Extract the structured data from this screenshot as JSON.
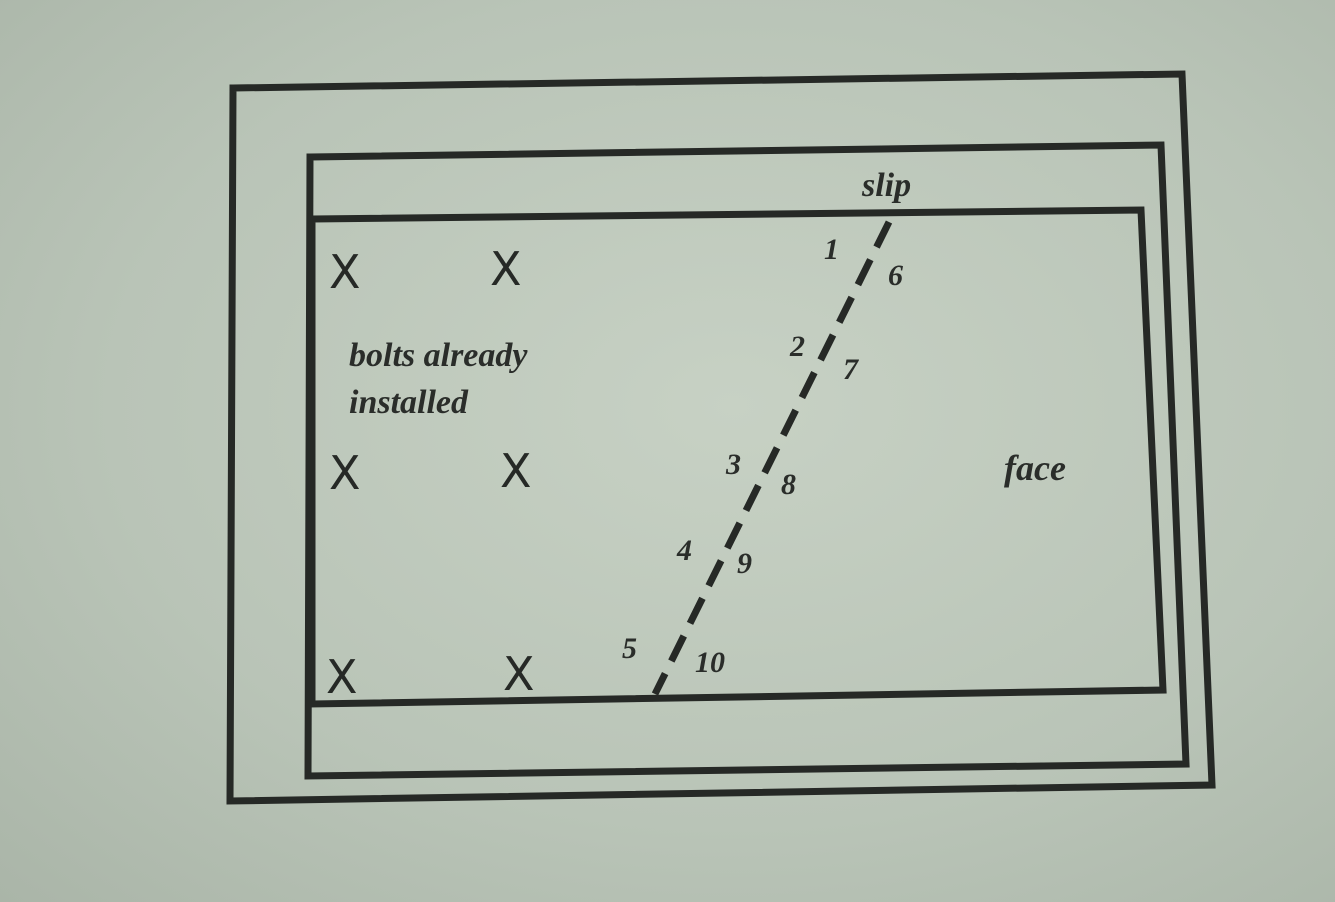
{
  "labels": {
    "slip": "slip",
    "face": "face",
    "bolts_line1": "bolts already",
    "bolts_line2": "installed"
  },
  "bolt_marker": "X",
  "bolt_count": 6,
  "left_numbers": [
    "1",
    "2",
    "3",
    "4",
    "5"
  ],
  "right_numbers": [
    "6",
    "7",
    "8",
    "9",
    "10"
  ],
  "colors": {
    "background": "#b9c4b7",
    "ink": "#262926"
  }
}
